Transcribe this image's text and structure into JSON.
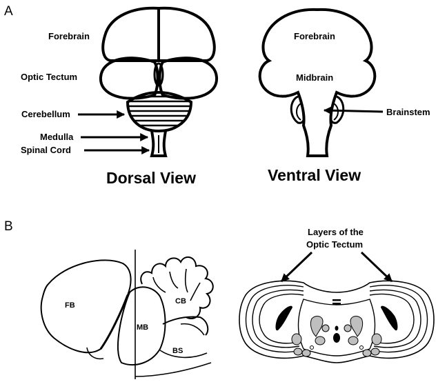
{
  "panel_a": {
    "letter": "A",
    "dorsal": {
      "title": "Dorsal View",
      "labels": {
        "forebrain": "Forebrain",
        "optic_tectum": "Optic Tectum",
        "cerebellum": "Cerebellum",
        "medulla": "Medulla",
        "spinal_cord": "Spinal Cord"
      }
    },
    "ventral": {
      "title": "Ventral View",
      "labels": {
        "forebrain": "Forebrain",
        "midbrain": "Midbrain",
        "brainstem": "Brainstem"
      }
    }
  },
  "panel_b": {
    "letter": "B",
    "sagittal": {
      "labels": {
        "fb": "FB",
        "mb": "MB",
        "cb": "CB",
        "bs": "BS"
      }
    },
    "section": {
      "title_line1": "Layers of the",
      "title_line2": "Optic Tectum"
    }
  },
  "colors": {
    "ink": "#000000",
    "nucleus_fill": "#bfbfbf",
    "background": "#ffffff"
  }
}
